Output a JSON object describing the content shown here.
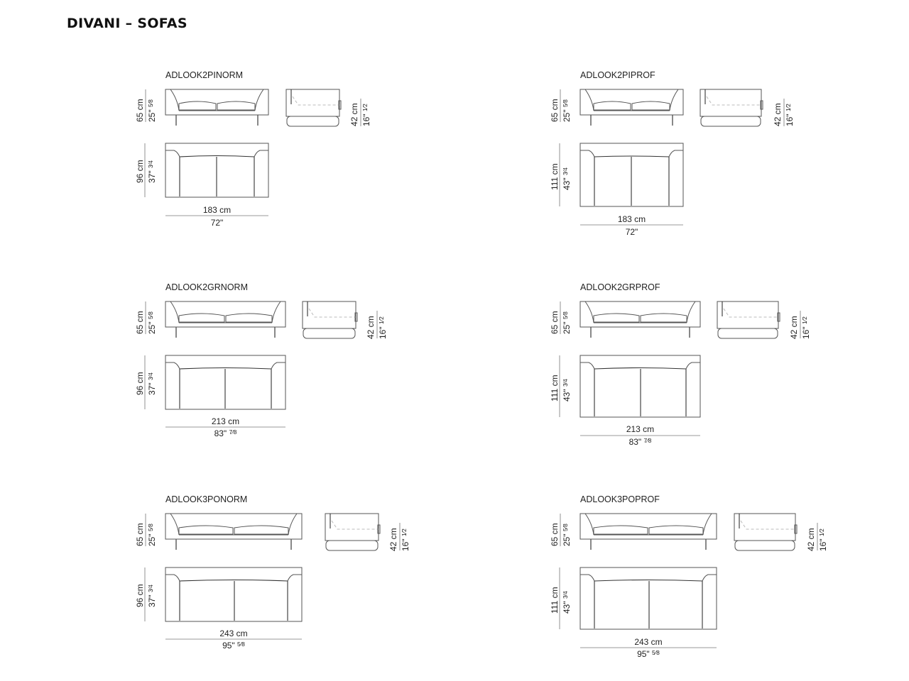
{
  "page": {
    "title": "DIVANI – SOFAS"
  },
  "models": [
    {
      "code": "ADLOOK2PINORM",
      "front_height_cm": "65 cm",
      "front_height_in": "25\"",
      "front_height_in_frac": "5⁄8",
      "side_height_cm": "42 cm",
      "side_height_in": "16\"",
      "side_height_in_frac": "1⁄2",
      "depth_cm": "96 cm",
      "depth_in": "37\"",
      "depth_in_frac": "3⁄4",
      "width_cm": "183 cm",
      "width_in": "72\"",
      "width_in_frac": ""
    },
    {
      "code": "ADLOOK2PIPROF",
      "front_height_cm": "65 cm",
      "front_height_in": "25\"",
      "front_height_in_frac": "5⁄8",
      "side_height_cm": "42 cm",
      "side_height_in": "16\"",
      "side_height_in_frac": "1⁄2",
      "depth_cm": "111 cm",
      "depth_in": "43\"",
      "depth_in_frac": "3⁄4",
      "width_cm": "183 cm",
      "width_in": "72\"",
      "width_in_frac": ""
    },
    {
      "code": "ADLOOK2GRNORM",
      "front_height_cm": "65 cm",
      "front_height_in": "25\"",
      "front_height_in_frac": "5⁄8",
      "side_height_cm": "42 cm",
      "side_height_in": "16\"",
      "side_height_in_frac": "1⁄2",
      "depth_cm": "96 cm",
      "depth_in": "37\"",
      "depth_in_frac": "3⁄4",
      "width_cm": "213 cm",
      "width_in": "83\"",
      "width_in_frac": "7⁄8"
    },
    {
      "code": "ADLOOK2GRPROF",
      "front_height_cm": "65 cm",
      "front_height_in": "25\"",
      "front_height_in_frac": "5⁄8",
      "side_height_cm": "42 cm",
      "side_height_in": "16\"",
      "side_height_in_frac": "1⁄2",
      "depth_cm": "111 cm",
      "depth_in": "43\"",
      "depth_in_frac": "3⁄4",
      "width_cm": "213 cm",
      "width_in": "83\"",
      "width_in_frac": "7⁄8"
    },
    {
      "code": "ADLOOK3PONORM",
      "front_height_cm": "65 cm",
      "front_height_in": "25\"",
      "front_height_in_frac": "5⁄8",
      "side_height_cm": "42 cm",
      "side_height_in": "16\"",
      "side_height_in_frac": "1⁄2",
      "depth_cm": "96 cm",
      "depth_in": "37\"",
      "depth_in_frac": "3⁄4",
      "width_cm": "243 cm",
      "width_in": "95\"",
      "width_in_frac": "5⁄8"
    },
    {
      "code": "ADLOOK3POPROF",
      "front_height_cm": "65 cm",
      "front_height_in": "25\"",
      "front_height_in_frac": "5⁄8",
      "side_height_cm": "42 cm",
      "side_height_in": "16\"",
      "side_height_in_frac": "1⁄2",
      "depth_cm": "111 cm",
      "depth_in": "43\"",
      "depth_in_frac": "3⁄4",
      "width_cm": "243 cm",
      "width_in": "95\"",
      "width_in_frac": "5⁄8"
    }
  ]
}
